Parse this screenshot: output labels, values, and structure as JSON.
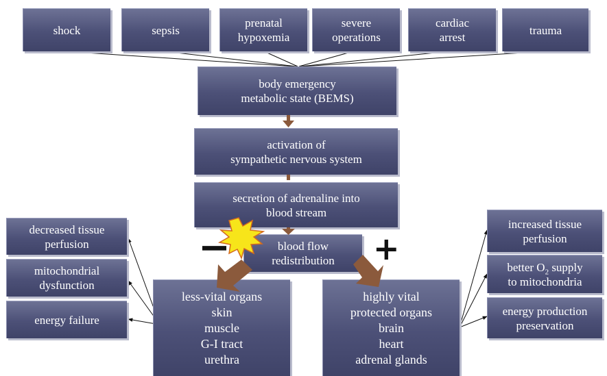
{
  "causes": [
    "shock",
    "sepsis",
    "prenatal\nhypoxemia",
    "severe\noperations",
    "cardiac\narrest",
    "trauma"
  ],
  "bems": "body emergency\nmetabolic state (BEMS)",
  "activation": "activation of\nsympathetic nervous system",
  "secretion": "secretion of adrenaline into\nblood stream",
  "redistribution": "blood flow\nredistribution",
  "signs": {
    "negative": "−",
    "positive": "+"
  },
  "less_vital": "less-vital organs\nskin\nmuscle\nG-I tract\nurethra",
  "highly_vital": "highly vital\nprotected organs\nbrain\nheart\nadrenal glands",
  "negative_effects": [
    "decreased tissue\nperfusion",
    "mitochondrial\ndysfunction",
    "energy failure"
  ],
  "positive_effects": {
    "increased_perfusion": "increased tissue\nperfusion",
    "o2_line1_prefix": "better O",
    "o2_sub": "2",
    "o2_line1_suffix": " supply",
    "o2_line2": "to mitochondria",
    "energy_preservation": "energy production\npreservation"
  },
  "colors": {
    "box_fill": "#4c5077",
    "arrow_brown": "#8b5a3c",
    "burst_fill": "#f7e51a",
    "burst_stroke": "#d46a1e",
    "line": "#111111"
  }
}
